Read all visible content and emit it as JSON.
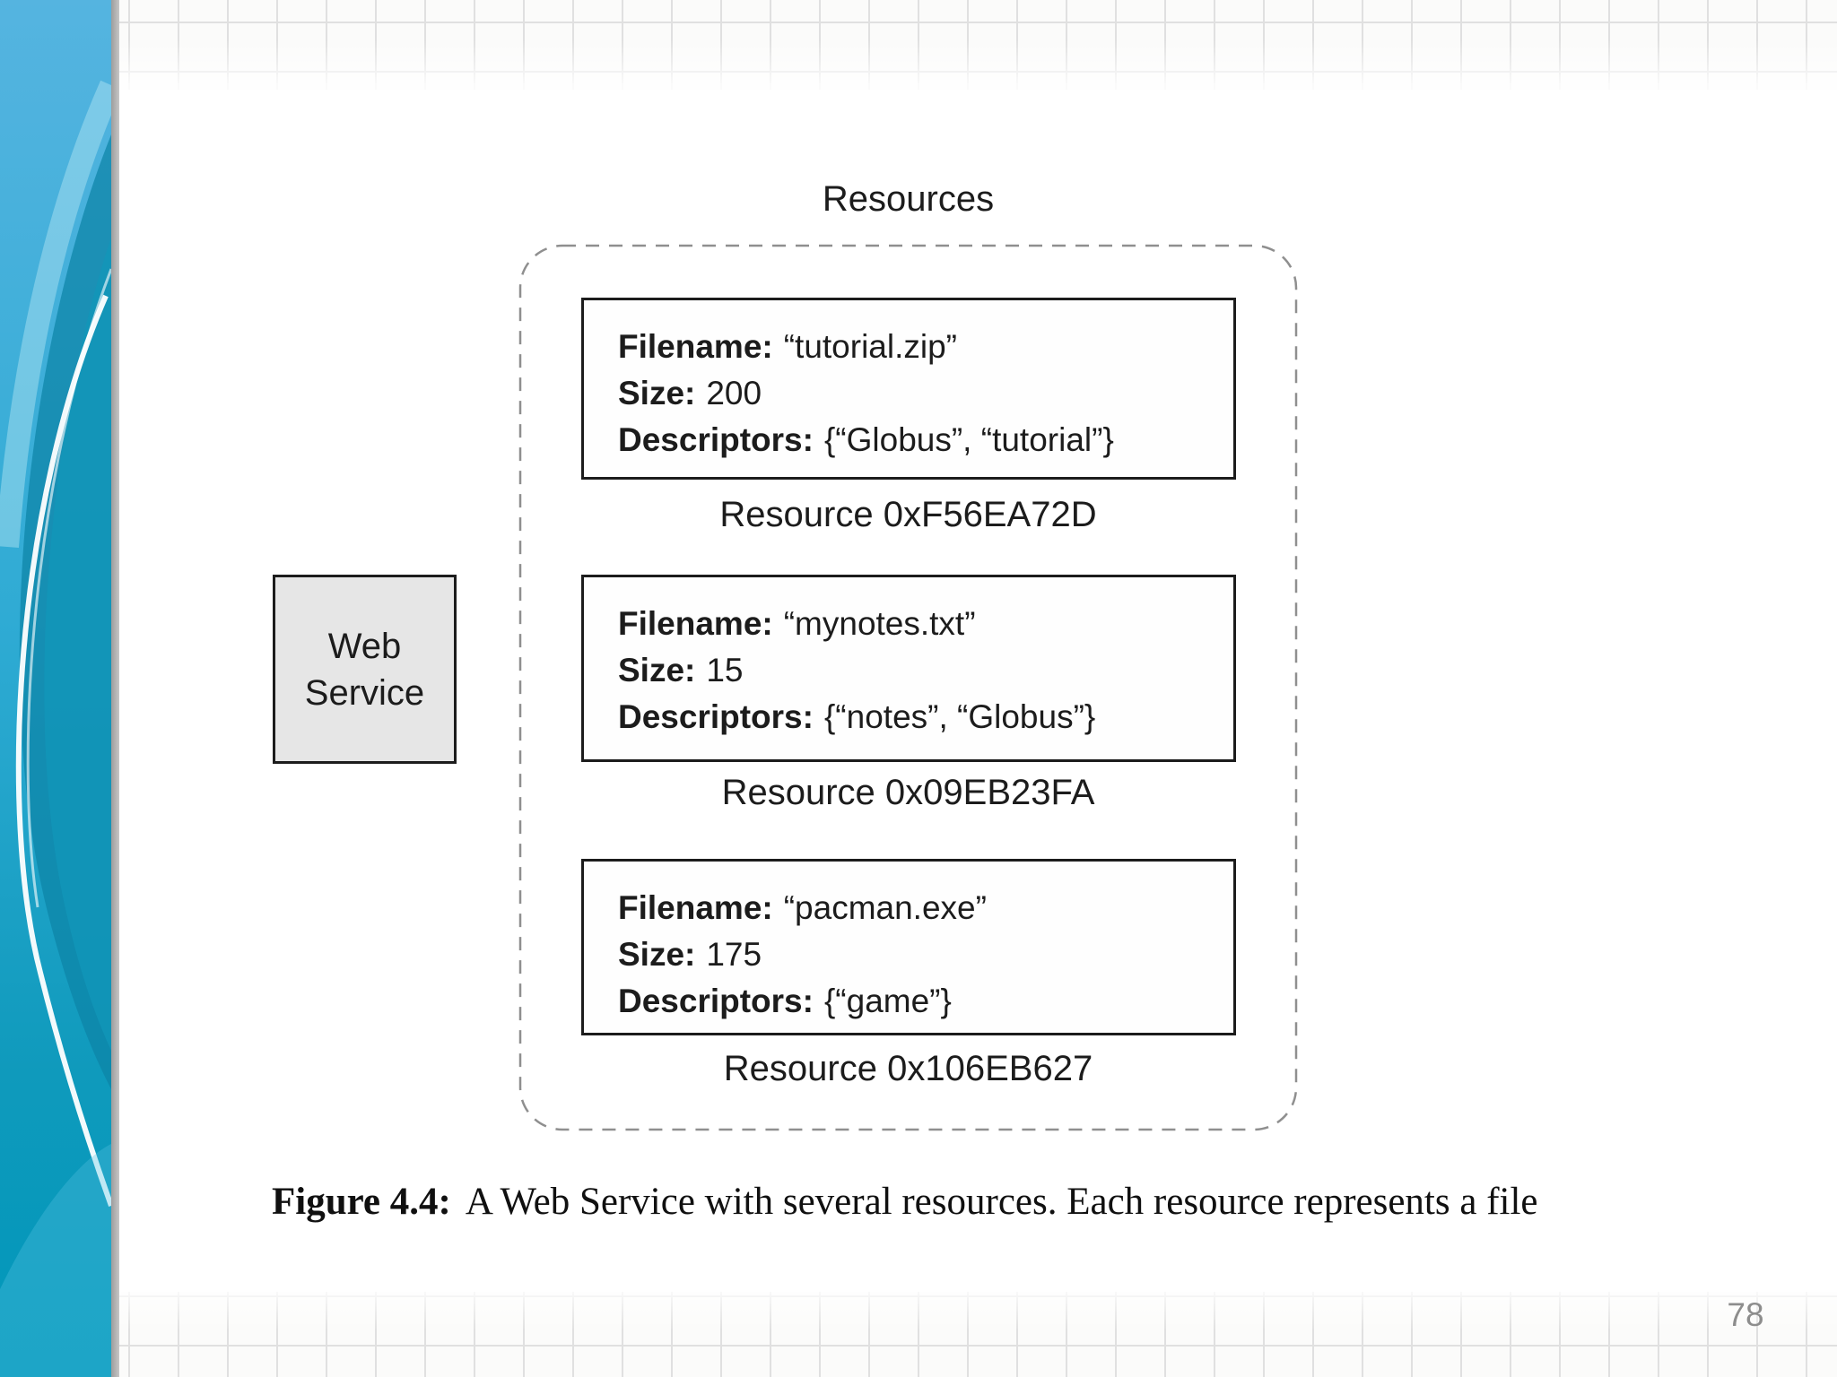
{
  "colors": {
    "sidebar_top": "#55b4e0",
    "sidebar_bottom": "#0097ba",
    "sidebar_dark_swirl": "#0c84a6",
    "box_border": "#1c1c1c",
    "dashed_border": "#8f8f8f",
    "web_service_fill": "#e6e6e6",
    "grid_line": "#e0e0e0",
    "page_number_gray": "#8d8d8d"
  },
  "diagram": {
    "group_label": "Resources",
    "web_service_label": "Web Service",
    "resources": [
      {
        "filename_label": "Filename:",
        "filename": "“tutorial.zip”",
        "size_label": "Size:",
        "size": "200",
        "descriptors_label": "Descriptors:",
        "descriptors": "{“Globus”, “tutorial”}",
        "resource_label": "Resource 0xF56EA72D"
      },
      {
        "filename_label": "Filename:",
        "filename": "“mynotes.txt”",
        "size_label": "Size:",
        "size": "15",
        "descriptors_label": "Descriptors:",
        "descriptors": "{“notes”, “Globus”}",
        "resource_label": "Resource 0x09EB23FA"
      },
      {
        "filename_label": "Filename:",
        "filename": "“pacman.exe”",
        "size_label": "Size:",
        "size": "175",
        "descriptors_label": "Descriptors:",
        "descriptors": "{“game”}",
        "resource_label": "Resource 0x106EB627"
      }
    ]
  },
  "caption": {
    "prefix": "Figure 4.4:",
    "text": "A Web Service with several resources. Each resource represents a file"
  },
  "page": {
    "number": "78"
  }
}
